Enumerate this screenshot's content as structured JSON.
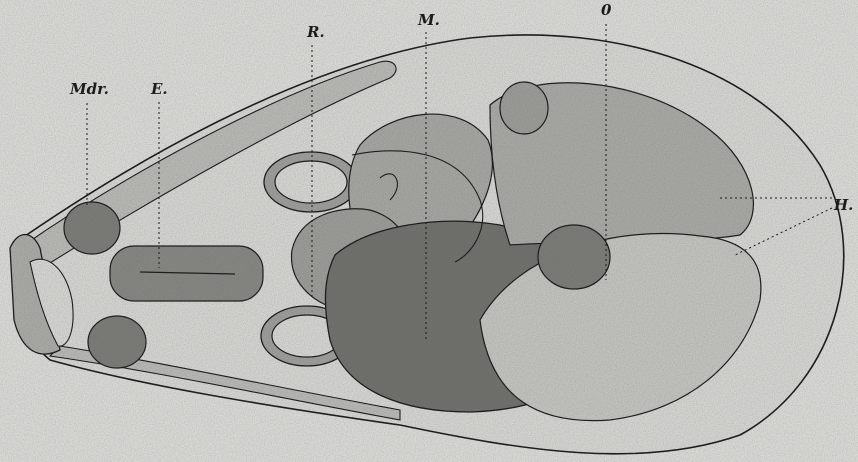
{
  "figure": {
    "labels": {
      "mdr": "Mdr.",
      "e": "E.",
      "r": "R.",
      "m": "M.",
      "o": "0",
      "h": "H."
    }
  }
}
